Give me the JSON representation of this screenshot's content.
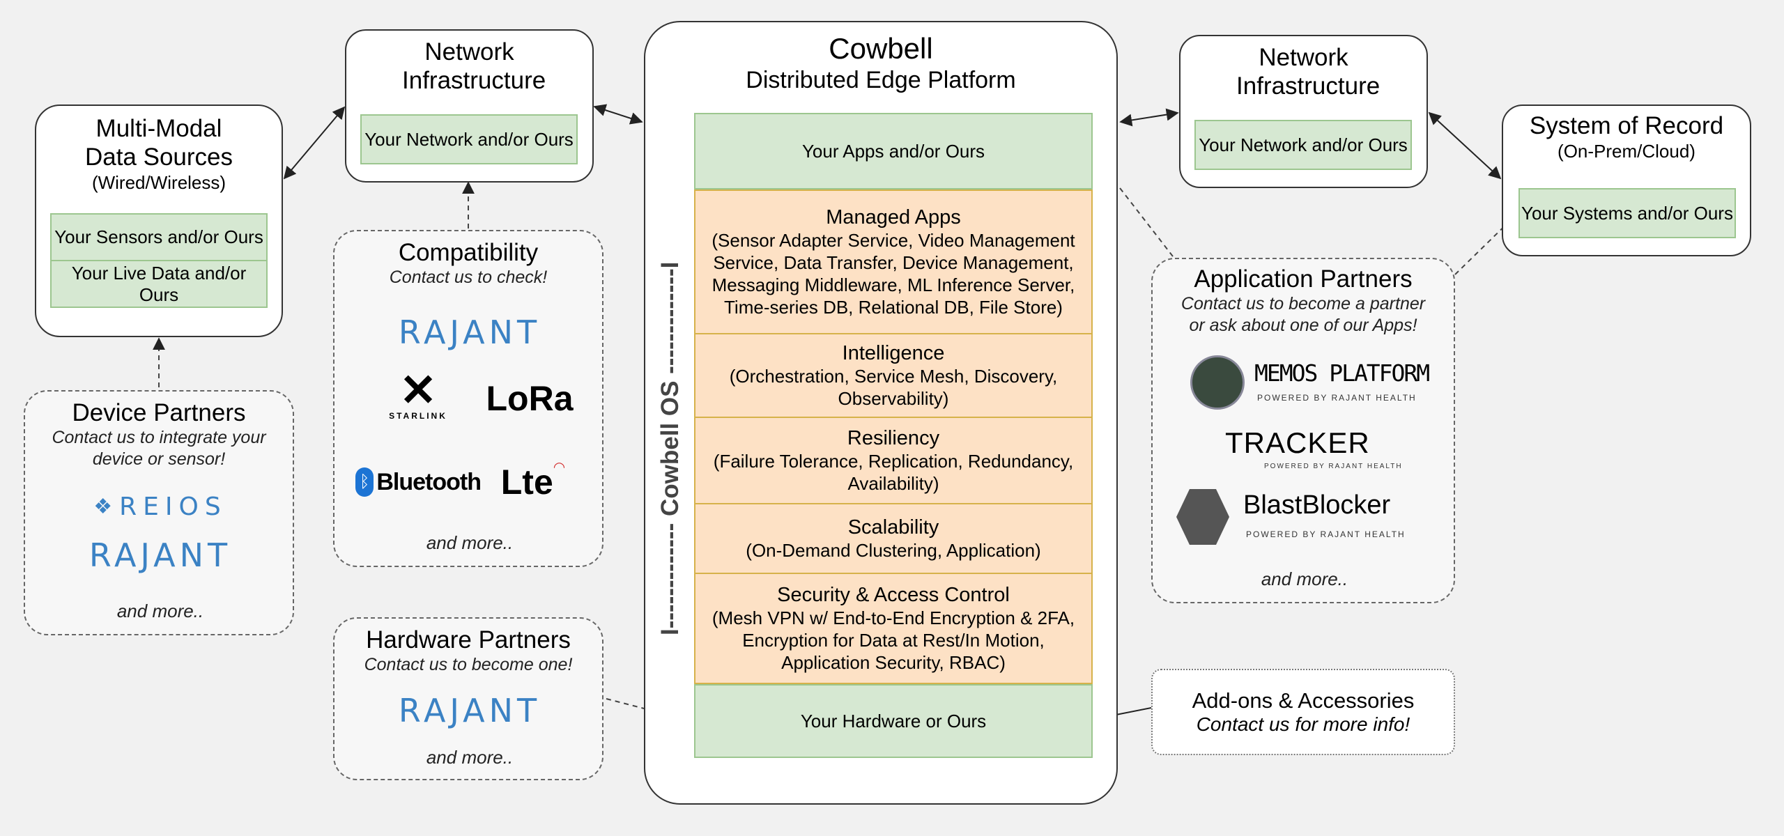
{
  "platform": {
    "title": "Cowbell",
    "subtitle": "Distributed Edge Platform",
    "os_label": "I------------- Cowbell OS -------------I",
    "apps_box": "Your Apps and/or Ours",
    "hardware_box": "Your Hardware or Ours",
    "layers": [
      {
        "title": "Managed Apps",
        "desc": "(Sensor Adapter Service, Video Management Service, Data Transfer, Device Management, Messaging Middleware, ML Inference Server, Time-series DB, Relational DB, File Store)"
      },
      {
        "title": "Intelligence",
        "desc": "(Orchestration, Service Mesh, Discovery, Observability)"
      },
      {
        "title": "Resiliency",
        "desc": "(Failure Tolerance, Replication, Redundancy, Availability)"
      },
      {
        "title": "Scalability",
        "desc": "(On-Demand Clustering, Application)"
      },
      {
        "title": "Security & Access Control",
        "desc": "(Mesh VPN w/ End-to-End Encryption & 2FA, Encryption for Data at Rest/In Motion, Application Security, RBAC)"
      }
    ]
  },
  "data_sources": {
    "title": "Multi-Modal Data Sources",
    "subtitle": "(Wired/Wireless)",
    "sensors": "Your Sensors and/or Ours",
    "live_data": "Your Live Data and/or Ours"
  },
  "network_left": {
    "title": "Network Infrastructure",
    "box": "Your Network and/or Ours"
  },
  "network_right": {
    "title": "Network Infrastructure",
    "box": "Your Network and/or Ours"
  },
  "system_of_record": {
    "title": "System of Record",
    "subtitle": "(On-Prem/Cloud)",
    "box": "Your Systems and/or Ours"
  },
  "device_partners": {
    "title": "Device Partners",
    "note": "Contact us to integrate your device or sensor!",
    "logos": [
      "REIOS",
      "RAJANT"
    ],
    "more": "and more.."
  },
  "compatibility": {
    "title": "Compatibility",
    "note": "Contact us to check!",
    "logos": [
      "RAJANT",
      "STARLINK",
      "LoRa",
      "Bluetooth",
      "Lte"
    ],
    "more": "and more.."
  },
  "hardware_partners": {
    "title": "Hardware Partners",
    "note": "Contact us to become one!",
    "logos": [
      "RAJANT"
    ],
    "more": "and more.."
  },
  "app_partners": {
    "title": "Application Partners",
    "note": "Contact us to become a partner or ask about one of our Apps!",
    "memos": {
      "name": "MEMOS PLATFORM",
      "powered": "POWERED BY RAJANT HEALTH"
    },
    "tracker": {
      "name": "TRACKER",
      "powered": "POWERED BY RAJANT HEALTH"
    },
    "blastblocker": {
      "name": "BlastBlocker",
      "powered": "POWERED BY RAJANT HEALTH"
    },
    "more": "and more.."
  },
  "addons": {
    "title": "Add-ons & Accessories",
    "note": "Contact us for more info!"
  },
  "colors": {
    "green_fill": "#d6e8d2",
    "orange_fill": "#fde1c5",
    "rajant_blue": "#3b82c4"
  }
}
